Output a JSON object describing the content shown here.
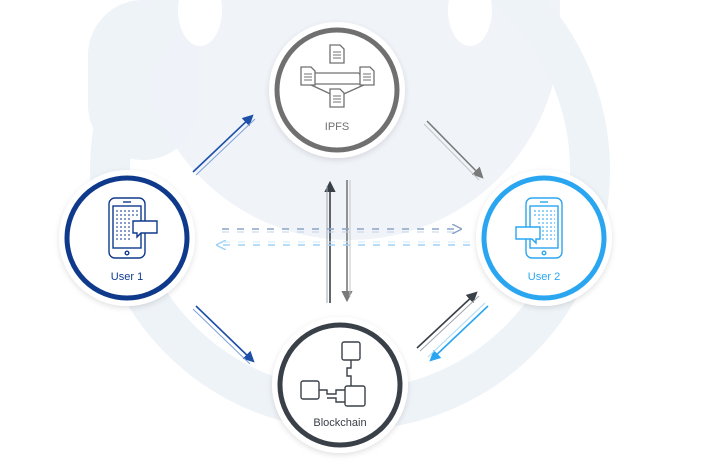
{
  "nodes": {
    "ipfs": {
      "label": "IPFS"
    },
    "user1": {
      "label": "User 1"
    },
    "user2": {
      "label": "User 2"
    },
    "blockchain": {
      "label": "Blockchain"
    }
  },
  "colors": {
    "ipfs": "#707070",
    "user1": "#0f3a8c",
    "user2": "#2aa6f0",
    "blockchain": "#3a4048",
    "watermark": "#eef3f8",
    "dashed_top": "#8aa3c8",
    "dashed_bottom": "#9fd2f5"
  },
  "icons": {
    "ipfs": "network-documents-icon",
    "user1": "phone-chat-icon",
    "user2": "phone-chat-icon",
    "blockchain": "blocks-chain-icon"
  }
}
